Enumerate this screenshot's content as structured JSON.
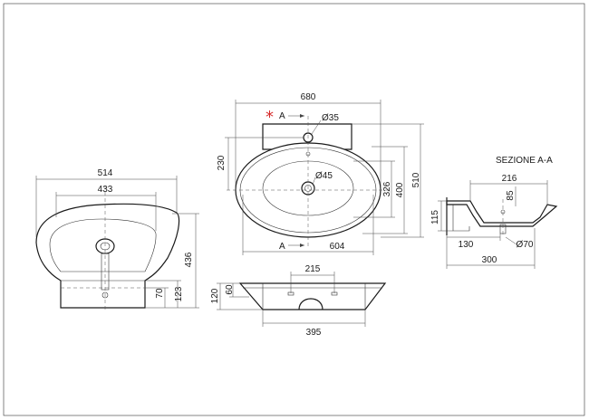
{
  "views": {
    "front": {
      "width_outer": "514",
      "width_inner": "433",
      "height_total": "436",
      "height_mid": "123",
      "height_low": "70"
    },
    "top": {
      "width_total": "680",
      "width_bowl": "604",
      "depth_total": "510",
      "depth_bowl": "400",
      "depth_inner": "326",
      "back_height": "230",
      "tap_hole": "Ø35",
      "drain_hole": "Ø45",
      "section_mark_top": "A",
      "section_mark_bottom": "A",
      "star_glyph": "*"
    },
    "bottom": {
      "holes_spacing": "215",
      "base_width": "395",
      "height_total": "120",
      "height_rim": "60"
    },
    "section": {
      "title": "SEZIONE A-A",
      "width_top": "216",
      "depth": "85",
      "height": "115",
      "offset": "130",
      "length": "300",
      "drain": "Ø70"
    }
  }
}
